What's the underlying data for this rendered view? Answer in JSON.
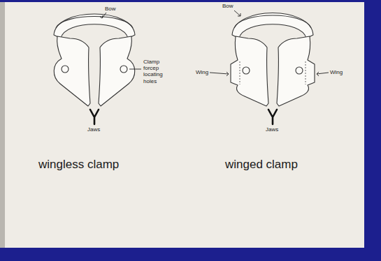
{
  "diagram": {
    "labels": [
      "Bow",
      "Clamp forcep locating holes",
      "Jaws",
      "wingless clamp",
      "Bow",
      "Wing",
      "Wing",
      "Jaws",
      "winged clamp"
    ]
  }
}
